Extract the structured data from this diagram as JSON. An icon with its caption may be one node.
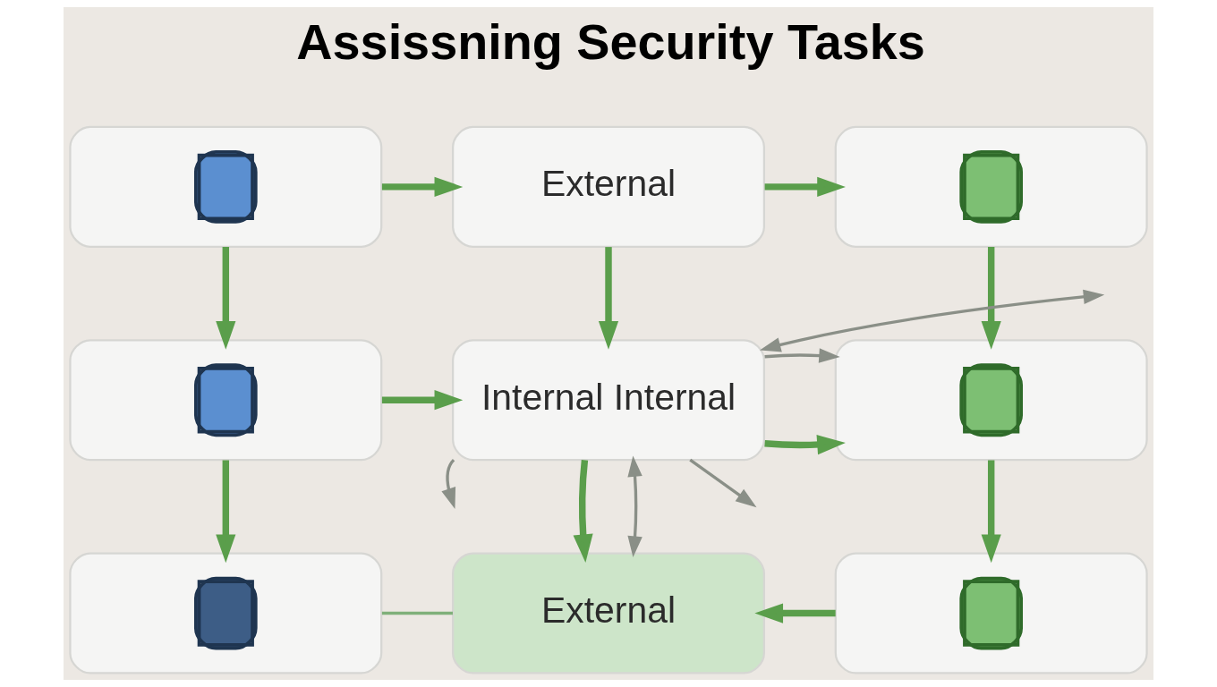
{
  "diagram": {
    "title": "Assissning Security Tasks",
    "nodes": [
      {
        "text": [],
        "shape": "picture"
      },
      {
        "text": [
          "External"
        ]
      },
      {
        "text": [],
        "shape": "picture"
      },
      {
        "text": [],
        "shape": "picture"
      },
      {
        "text": [
          "Internal Internal"
        ]
      },
      {
        "text": [],
        "shape": "picture"
      },
      {
        "text": [],
        "shape": "picture"
      },
      {
        "text": [
          "External"
        ]
      },
      {
        "text": [],
        "shape": "picture"
      }
    ],
    "edges": [
      {
        "from": 0,
        "to": 1,
        "arrow": "to"
      },
      {
        "from": 1,
        "to": 2,
        "arrow": "to"
      },
      {
        "from": 0,
        "to": 3,
        "arrow": "to"
      },
      {
        "from": 1,
        "to": 4,
        "arrow": "to"
      },
      {
        "from": 2,
        "to": 5,
        "arrow": "to"
      },
      {
        "from": 4,
        "to": null,
        "arrow": "both",
        "color": "#8a8f87"
      },
      {
        "from": 3,
        "to": 4,
        "arrow": "to"
      },
      {
        "from": 4,
        "to": 5,
        "arrow": "to"
      },
      {
        "from": 4,
        "to": 5,
        "arrow": "to",
        "color": "#8a8f87"
      },
      {
        "from": 4,
        "to": null,
        "arrow": "to",
        "color": "#8a8f87"
      },
      {
        "from": 3,
        "to": 6,
        "arrow": "to"
      },
      {
        "from": 4,
        "to": 7,
        "arrow": "to"
      },
      {
        "from": 4,
        "to": 7,
        "arrow": "both",
        "color": "#8a8f87"
      },
      {
        "from": 4,
        "to": null,
        "arrow": "to",
        "color": "#8a8f87"
      },
      {
        "from": 5,
        "to": 8,
        "arrow": "to"
      },
      {
        "from": 6,
        "to": 7,
        "arrow": "none",
        "color": "#7fb07a"
      },
      {
        "from": 8,
        "to": 7,
        "arrow": "to"
      }
    ]
  }
}
